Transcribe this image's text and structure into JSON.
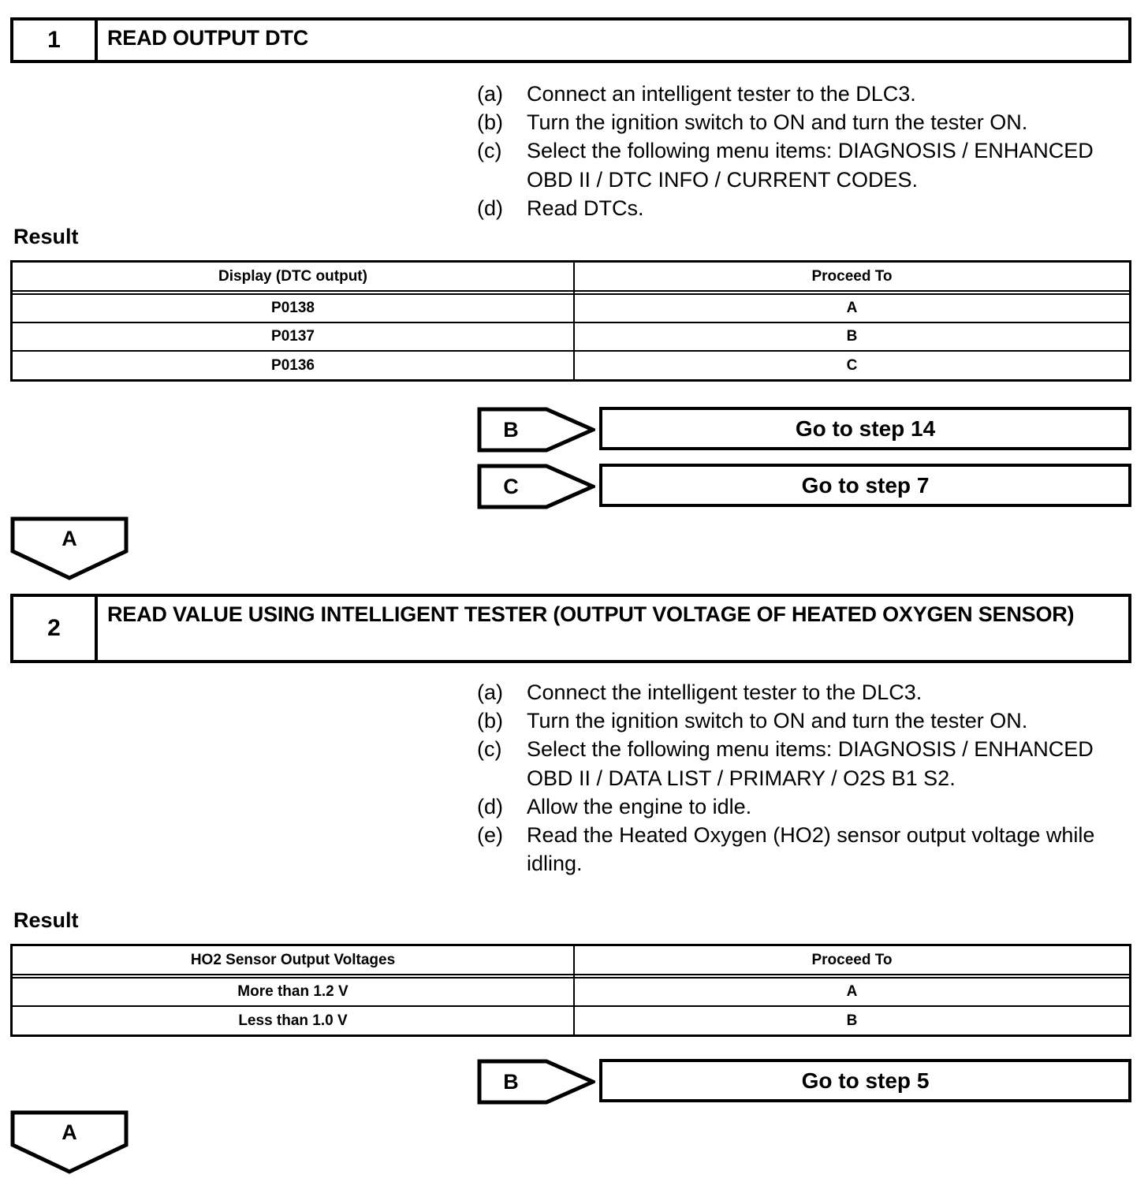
{
  "steps": [
    {
      "number": "1",
      "title": "READ OUTPUT DTC",
      "instructions": [
        {
          "label": "(a)",
          "text": "Connect an intelligent tester to the DLC3."
        },
        {
          "label": "(b)",
          "text": "Turn the ignition switch to ON and turn the tester ON."
        },
        {
          "label": "(c)",
          "text": "Select the following menu items: DIAGNOSIS / ENHANCED OBD II / DTC INFO / CURRENT CODES."
        },
        {
          "label": "(d)",
          "text": "Read DTCs."
        }
      ],
      "result_label": "Result",
      "table": {
        "headers": [
          "Display (DTC output)",
          "Proceed To"
        ],
        "rows": [
          [
            "P0138",
            "A"
          ],
          [
            "P0137",
            "B"
          ],
          [
            "P0136",
            "C"
          ]
        ]
      },
      "branches": [
        {
          "letter": "B",
          "action": "Go to step 14"
        },
        {
          "letter": "C",
          "action": "Go to step 7"
        }
      ],
      "connector": "A"
    },
    {
      "number": "2",
      "title": "READ VALUE USING INTELLIGENT TESTER (OUTPUT VOLTAGE OF HEATED OXYGEN SENSOR)",
      "instructions": [
        {
          "label": "(a)",
          "text": "Connect the intelligent tester to the DLC3."
        },
        {
          "label": "(b)",
          "text": "Turn the ignition switch to ON and turn the tester ON."
        },
        {
          "label": "(c)",
          "text": "Select the following menu items: DIAGNOSIS / ENHANCED OBD II / DATA LIST / PRIMARY / O2S B1 S2."
        },
        {
          "label": "(d)",
          "text": "Allow the engine to idle."
        },
        {
          "label": "(e)",
          "text": "Read the Heated Oxygen (HO2) sensor output voltage while idling."
        }
      ],
      "result_label": "Result",
      "table": {
        "headers": [
          "HO2 Sensor Output Voltages",
          "Proceed To"
        ],
        "rows": [
          [
            "More than 1.2 V",
            "A"
          ],
          [
            "Less than 1.0 V",
            "B"
          ]
        ]
      },
      "branches": [
        {
          "letter": "B",
          "action": "Go to step 5"
        }
      ],
      "connector": "A"
    }
  ],
  "colors": {
    "ink": "#000000",
    "paper": "#ffffff"
  }
}
